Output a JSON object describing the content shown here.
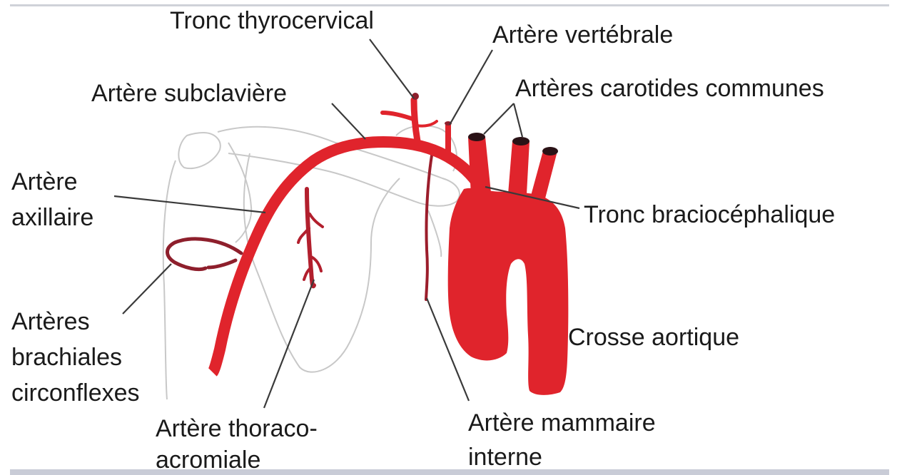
{
  "labels": {
    "tronc_thyrocervical": "Tronc thyrocervical",
    "artere_vertebrale": "Artère vertébrale",
    "arteres_carotides_communes": "Artères carotides communes",
    "artere_subclaviere": "Artère subclavière",
    "artere_axillaire_line1": "Artère",
    "artere_axillaire_line2": "axillaire",
    "tronc_braciocephalique": "Tronc braciocéphalique",
    "crosse_aortique": "Crosse aortique",
    "arteres_brachiales_line1": "Artères",
    "arteres_brachiales_line2": "brachiales",
    "arteres_brachiales_line3": "circonflexes",
    "artere_thoraco_line1": "Artère thoraco-",
    "artere_thoraco_line2": "acromiale",
    "artere_mammaire_line1": "Artère mammaire",
    "artere_mammaire_line2": "interne"
  },
  "colors": {
    "artery": "#e0242c",
    "artery_dark": "#8e1f2c",
    "bone_outline": "#c8c8c8",
    "leader_line": "#3a3a3a",
    "text": "#1a1a1a"
  }
}
